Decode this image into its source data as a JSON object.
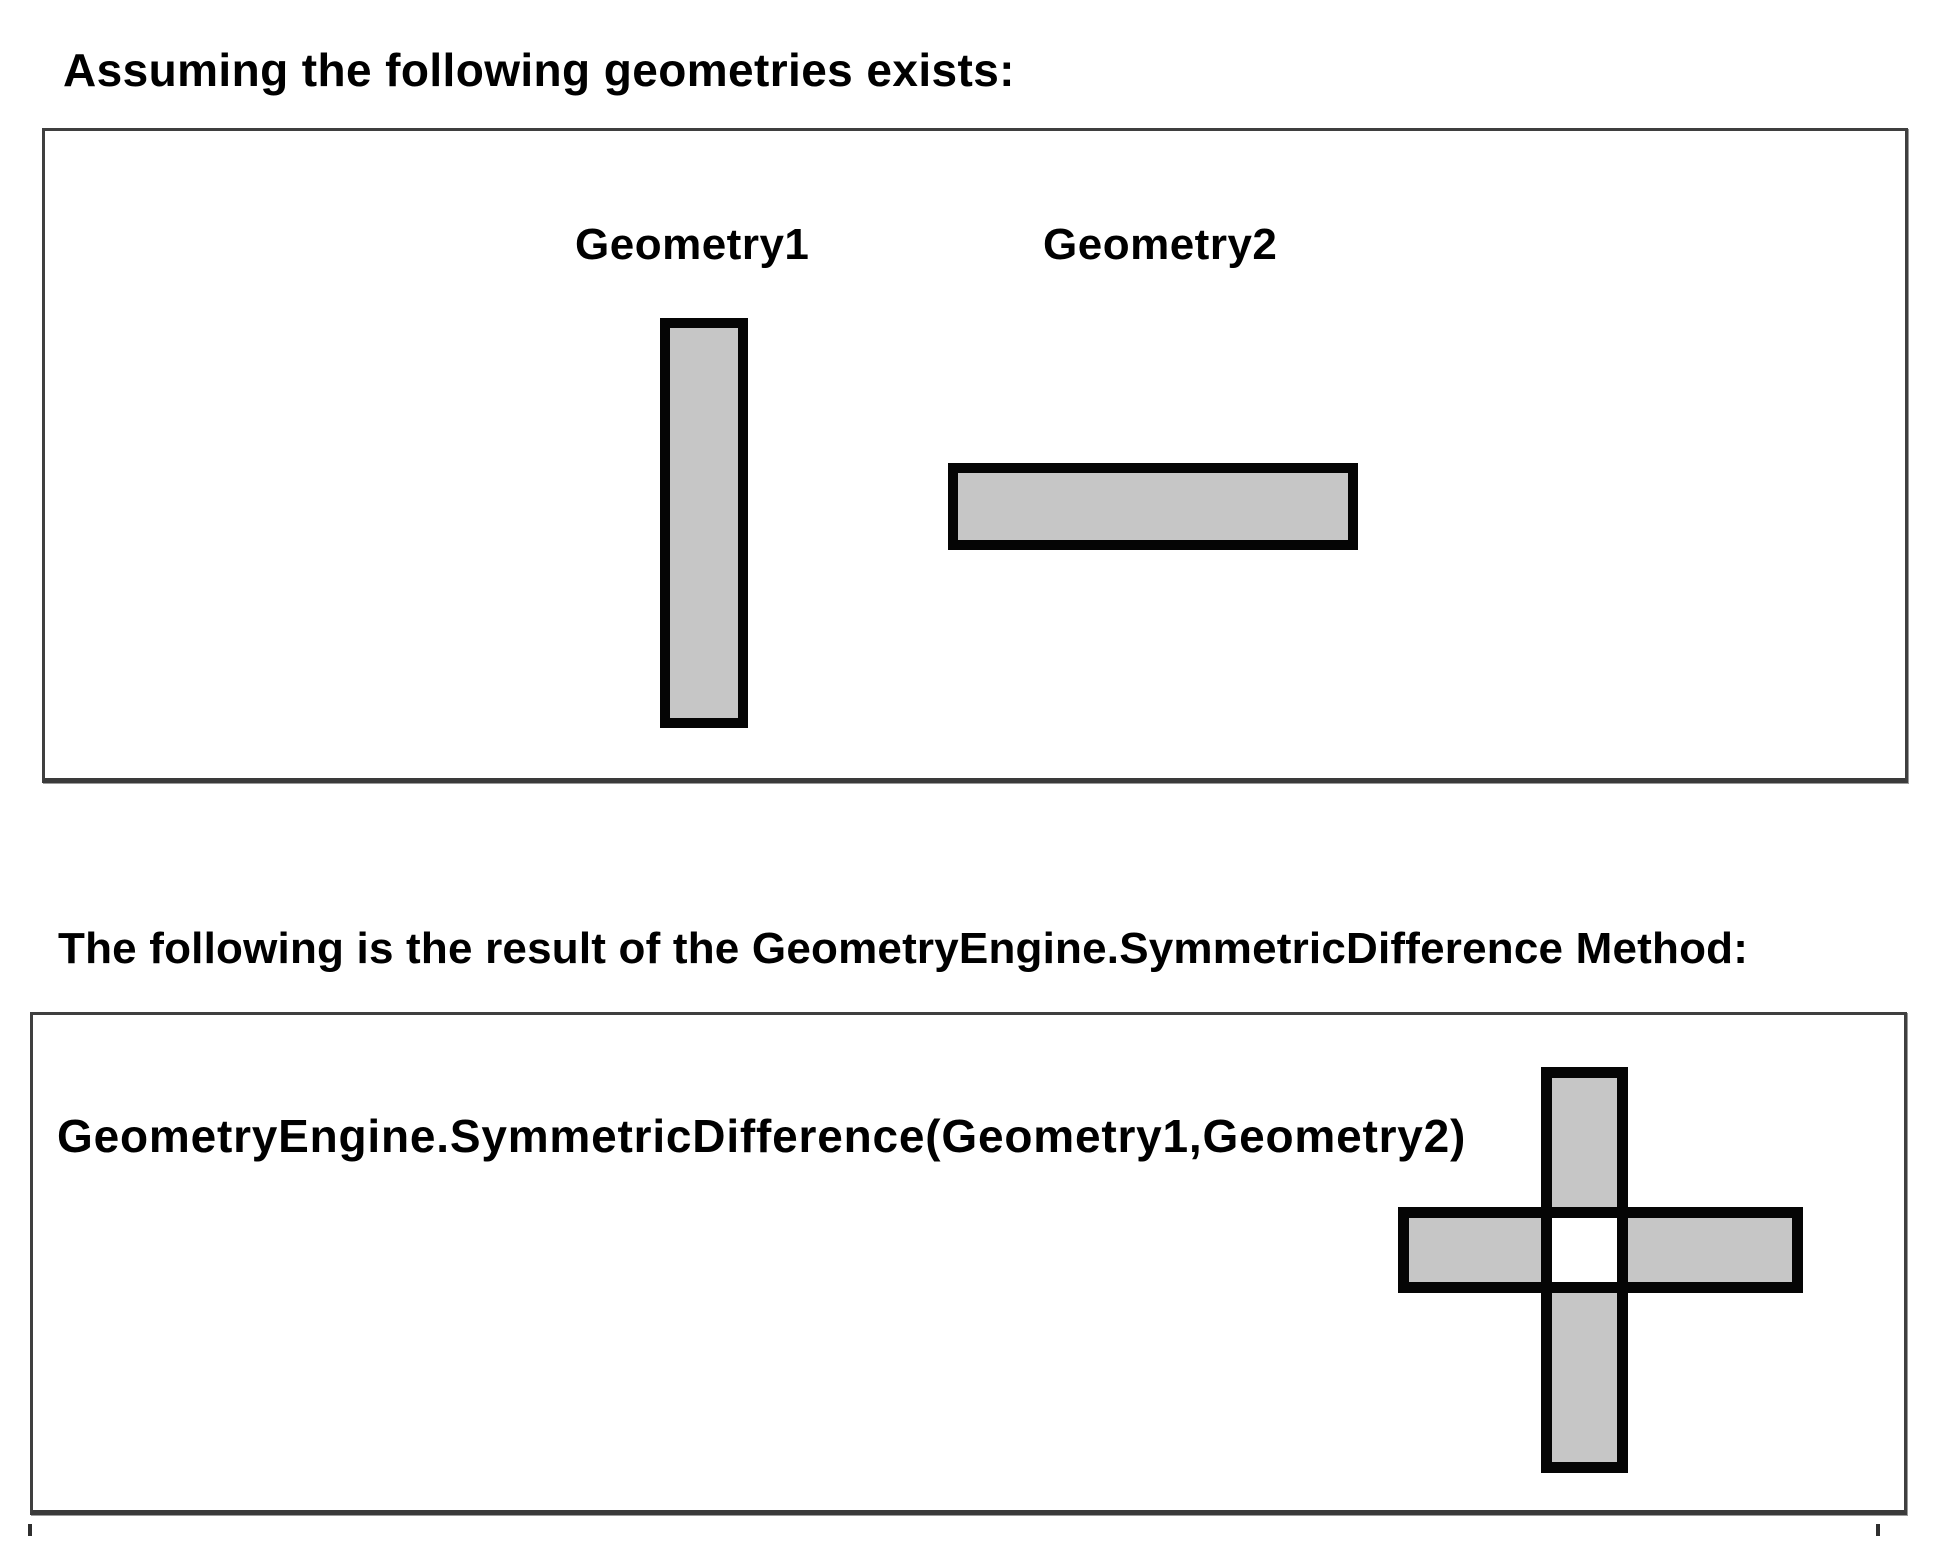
{
  "section1": {
    "heading": "Assuming the following geometries exists:",
    "geometry1_label": "Geometry1",
    "geometry2_label": "Geometry2"
  },
  "section2": {
    "heading": "The following is the result of the GeometryEngine.SymmetricDifference Method:",
    "expression": "GeometryEngine.SymmetricDifference(Geometry1,Geometry2)"
  },
  "shapes": {
    "geometry1": {
      "type": "vertical-rectangle",
      "fill": "#c6c6c6",
      "border": "#050505"
    },
    "geometry2": {
      "type": "horizontal-rectangle",
      "fill": "#c6c6c6",
      "border": "#050505"
    },
    "result": {
      "type": "plus-cross-with-hollow-center",
      "fill": "#c6c6c6",
      "border": "#050505",
      "center_fill": "#ffffff"
    }
  },
  "colors": {
    "background": "#ffffff",
    "panel_border": "#3f3f3f",
    "text": "#000000",
    "shape_fill": "#c6c6c6",
    "shape_border": "#050505"
  }
}
